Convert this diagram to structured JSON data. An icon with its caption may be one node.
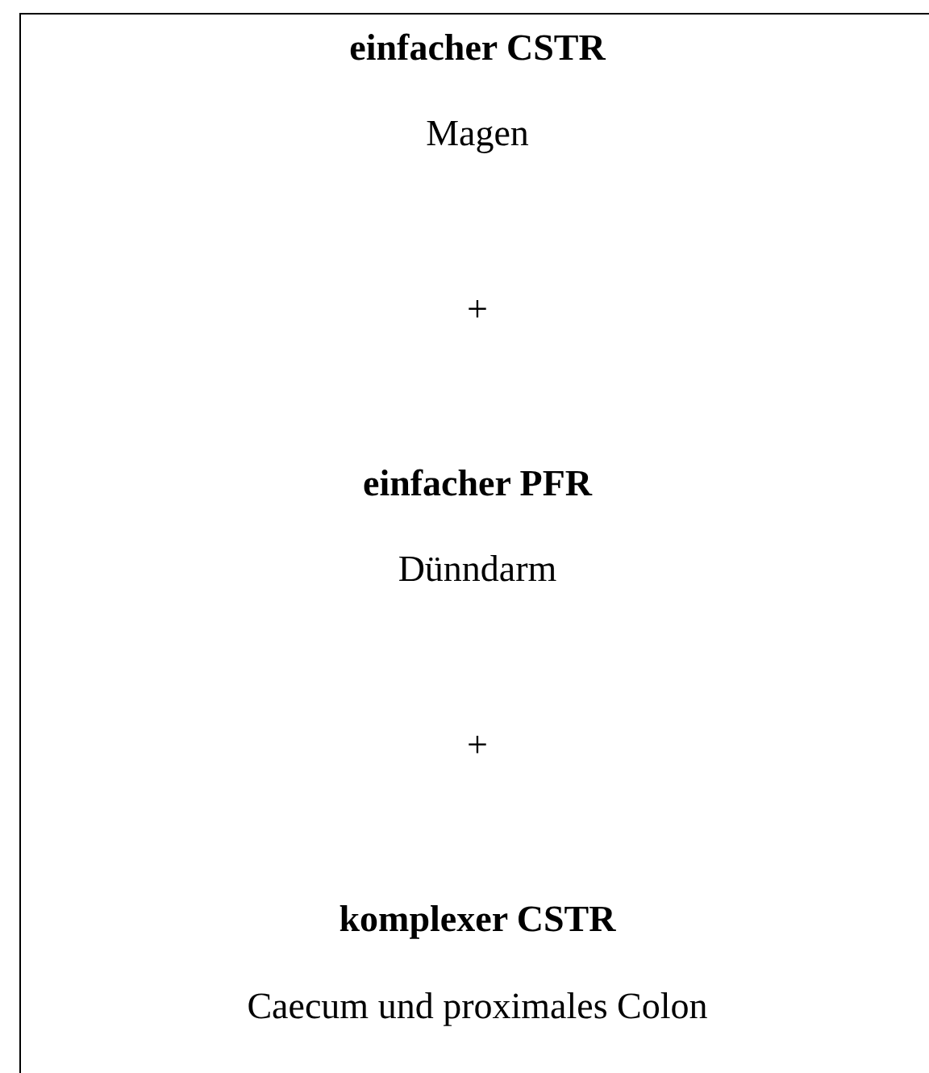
{
  "diagram": {
    "labels": [
      "einfacher CSTR",
      "Magen",
      "+",
      "einfacher PFR",
      "Dünndarm",
      "+",
      "komplexer CSTR",
      "Caecum und proximales Colon"
    ]
  }
}
